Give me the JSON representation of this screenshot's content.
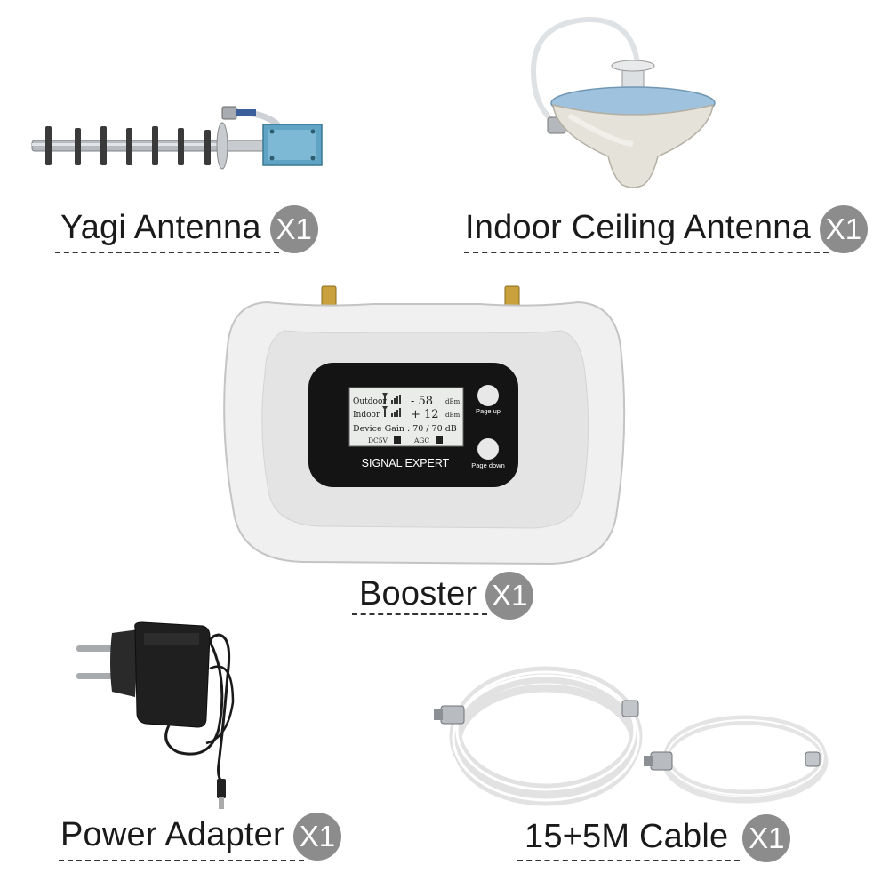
{
  "items": [
    {
      "label": "Yagi Antenna",
      "quantity": "X1"
    },
    {
      "label": "Indoor Ceiling Antenna",
      "quantity": "X1"
    },
    {
      "label": "Booster",
      "quantity": "X1"
    },
    {
      "label": "Power Adapter",
      "quantity": "X1"
    },
    {
      "label": "15+5M Cable",
      "quantity": "X1"
    }
  ],
  "booster_display": {
    "outdoor_label": "Outdoor",
    "outdoor_value": "- 58",
    "outdoor_unit": "dBm",
    "indoor_label": "Indoor",
    "indoor_value": "+ 12",
    "indoor_unit": "dBm",
    "gain_label": "Device Gain : 70 / 70 dB",
    "dc_label": "DC5V",
    "agc_label": "AGC",
    "brand": "SIGNAL EXPERT",
    "page_up": "Page up",
    "page_down": "Page down"
  }
}
